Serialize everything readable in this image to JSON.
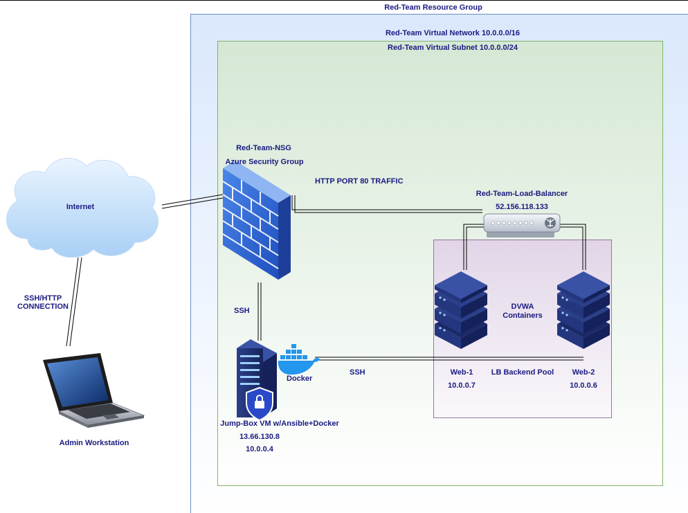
{
  "groups": {
    "resource_group": "Red-Team Resource Group",
    "vnet": "Red-Team Virtual Network 10.0.0.0/16",
    "subnet": "Red-Team Virtual Subnet 10.0.0.0/24",
    "backend_pool": "LB Backend Pool"
  },
  "nodes": {
    "internet": "Internet",
    "nsg_name": "Red-Team-NSG",
    "nsg_type": "Azure Security Group",
    "load_balancer": "Red-Team-Load-Balancer",
    "load_balancer_ip": "52.156.118.133",
    "admin": "Admin Workstation",
    "jumpbox": "Jump-Box VM w/Ansible+Docker",
    "jumpbox_public_ip": "13.66.130.8",
    "jumpbox_private_ip": "10.0.0.4",
    "docker": "Docker",
    "dvwa_line1": "DVWA",
    "dvwa_line2": "Containers",
    "web1": "Web-1",
    "web1_ip": "10.0.0.7",
    "web2": "Web-2",
    "web2_ip": "10.0.0.6"
  },
  "edges": {
    "http_traffic": "HTTP PORT 80 TRAFFIC",
    "ssh_http_line1": "SSH/HTTP",
    "ssh_http_line2": "CONNECTION",
    "ssh_nsg_jumpbox": "SSH",
    "ssh_jumpbox_web": "SSH"
  },
  "colors": {
    "label": "#1a1a80",
    "resource_group_fill": "#dae8fc",
    "resource_group_stroke": "#6c8ebf",
    "subnet_fill": "#d5e8d4",
    "subnet_stroke": "#82b366",
    "pool_fill": "#e1d5e7",
    "pool_stroke": "#9673a6"
  }
}
